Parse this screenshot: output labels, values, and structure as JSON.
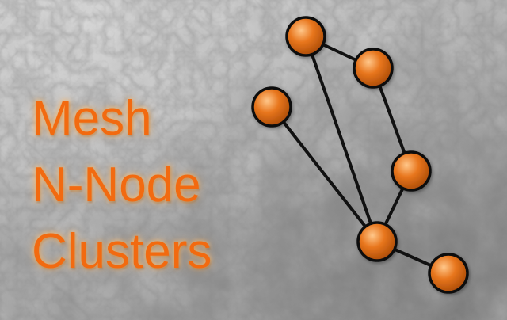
{
  "title": {
    "lines": [
      "Mesh",
      "N-Node",
      "Clusters"
    ]
  },
  "colors": {
    "node_fill": "#e8761d",
    "node_highlight": "#ffc78a",
    "node_stroke": "#111111",
    "edge": "#111111",
    "title_text": "#f26a10"
  },
  "graph": {
    "nodes": [
      "n1",
      "n2",
      "n3",
      "n4",
      "n5",
      "n6"
    ],
    "edges": [
      [
        "n1",
        "n2"
      ],
      [
        "n1",
        "n5"
      ],
      [
        "n2",
        "n4"
      ],
      [
        "n3",
        "n5"
      ],
      [
        "n4",
        "n5"
      ],
      [
        "n5",
        "n6"
      ]
    ]
  }
}
